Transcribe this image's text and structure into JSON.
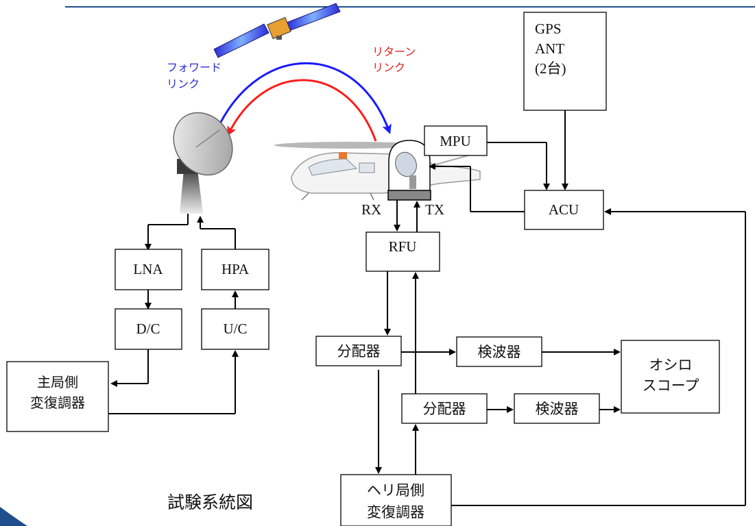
{
  "satellite": {
    "link_forward": [
      "フォワード",
      "リンク"
    ],
    "link_return": [
      "リターン",
      "リンク"
    ]
  },
  "ground_station": {
    "lna": "LNA",
    "hpa": "HPA",
    "dc": "D/C",
    "uc": "U/C",
    "modem": [
      "主局側",
      "変復調器"
    ]
  },
  "heli": {
    "rx": "RX",
    "tx": "TX",
    "rfu": "RFU",
    "mpu": "MPU",
    "acu": "ACU",
    "gps": [
      "GPS",
      "ANT",
      "(2台)"
    ],
    "splitter_1": "分配器",
    "splitter_2": "分配器",
    "detector_1": "検波器",
    "detector_2": "検波器",
    "oscilloscope": [
      "オシロ",
      "スコープ"
    ],
    "heli_modem": [
      "ヘリ局側",
      "変復調器"
    ]
  },
  "caption": "試験系統図",
  "colors": {
    "forward": "#1a1aff",
    "return": "#ff1a1a",
    "accent": "#1f4e8c"
  }
}
